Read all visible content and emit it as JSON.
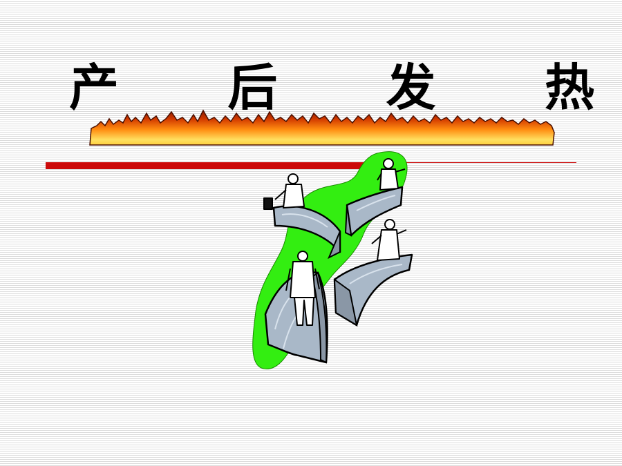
{
  "title": {
    "chars": [
      "产",
      "后",
      "发",
      "热"
    ]
  },
  "colors": {
    "accent_red": "#cc0a0a",
    "fire_orange": "#ff7a00",
    "fire_yellow": "#ffe24a",
    "blob_green": "#33ee11",
    "bridge_gray": "#a9b8c8"
  },
  "decor": {
    "fire_icon": "flame-strip-icon",
    "clipart_icon": "people-on-bridges-icon"
  }
}
